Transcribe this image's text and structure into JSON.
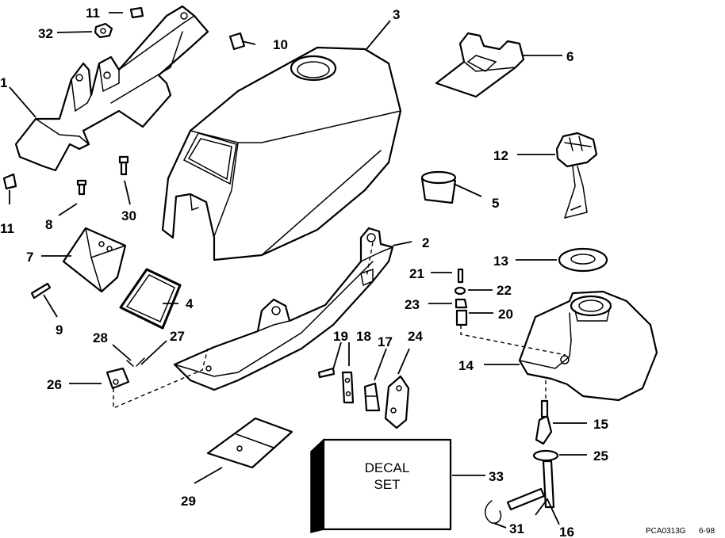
{
  "callouts": {
    "c1": "1",
    "c2": "2",
    "c3": "3",
    "c4": "4",
    "c5": "5",
    "c6": "6",
    "c7": "7",
    "c8": "8",
    "c9": "9",
    "c10": "10",
    "c11a": "11",
    "c11b": "11",
    "c12": "12",
    "c13": "13",
    "c14": "14",
    "c15": "15",
    "c16": "16",
    "c17": "17",
    "c18": "18",
    "c19": "19",
    "c20": "20",
    "c21": "21",
    "c22": "22",
    "c23": "23",
    "c24": "24",
    "c25": "25",
    "c26": "26",
    "c27": "27",
    "c28": "28",
    "c29": "29",
    "c30": "30",
    "c31": "31",
    "c32": "32",
    "c33": "33"
  },
  "decal": {
    "line1": "DECAL",
    "line2": "SET"
  },
  "footer": {
    "code": "PCA0313G",
    "date": "6-98"
  },
  "colors": {
    "ink": "#000000",
    "paper": "#ffffff"
  }
}
